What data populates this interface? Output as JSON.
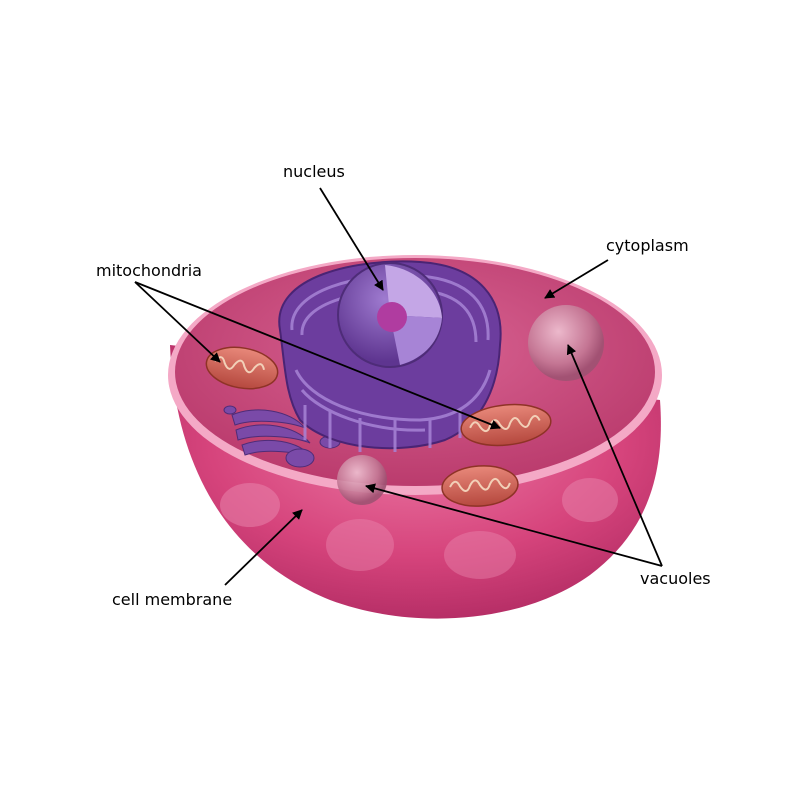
{
  "labels": {
    "nucleus": "nucleus",
    "mitochondria": "mitochondria",
    "cytoplasm": "cytoplasm",
    "cell_membrane": "cell membrane",
    "vacuoles": "vacuoles"
  },
  "colors": {
    "background": "#ffffff",
    "cell_outer": "#d6447c",
    "cell_rim": "#f4a9c6",
    "cytoplasm": "#c4406f",
    "nucleus_envelope": "#7a4aa8",
    "nucleus_interior": "#9a72c9",
    "nucleolus": "#b03ca0",
    "mitochondria": "#d06454",
    "mitochondria_cristae": "#f2d0b8",
    "vacuole": "#c47a96",
    "arrow": "#000000"
  },
  "icons": {
    "arrow": "arrow-icon"
  }
}
